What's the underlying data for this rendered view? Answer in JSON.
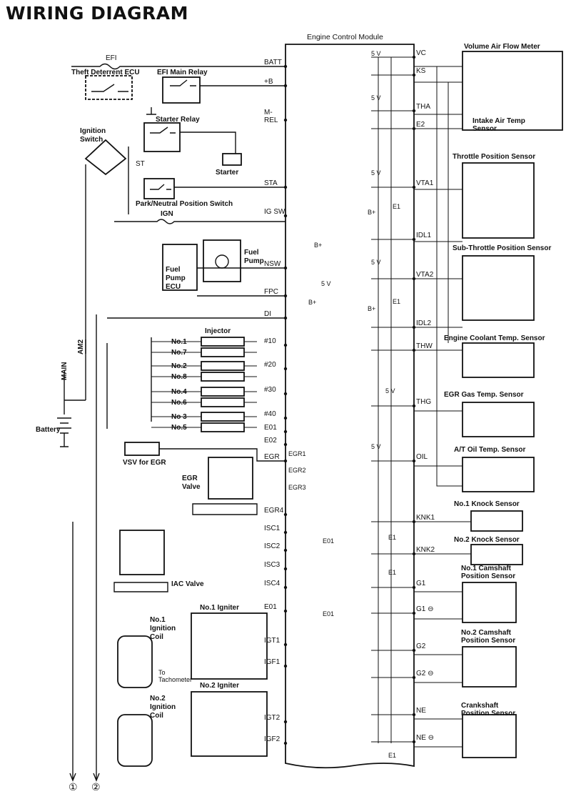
{
  "title": "WIRING DIAGRAM",
  "ecm": {
    "name": "Engine Control Module",
    "left_terminals": [
      "BATT",
      "+B",
      "M-\nREL",
      "STA",
      "IG SW",
      "NSW",
      "FPC",
      "DI",
      "#10",
      "#20",
      "#30",
      "#40",
      "E01",
      "E02",
      "EGR",
      "EGR1",
      "EGR2",
      "EGR3",
      "EGR4",
      "ISC1",
      "ISC2",
      "ISC3",
      "ISC4",
      "E01",
      "IGT1",
      "IGF1",
      "IGT2",
      "IGF2"
    ],
    "right_terminals": [
      "VC",
      "KS",
      "THA",
      "E2",
      "VTA1",
      "IDL1",
      "VTA2",
      "IDL2",
      "THW",
      "THG",
      "OIL",
      "KNK1",
      "KNK2",
      "G1",
      "G1 ⊖",
      "G2",
      "G2 ⊖",
      "NE",
      "NE ⊖"
    ],
    "supply_labels": [
      "5 V",
      "B+",
      "E1",
      "E01"
    ]
  },
  "left_components": {
    "efi_fuse": "EFI",
    "theft": "Theft Deterrent ECU",
    "efi_relay": "EFI Main Relay",
    "starter_relay": "Starter Relay",
    "starter": "Starter",
    "ignition_switch": "Ignition\nSwitch",
    "st": "ST",
    "park_neutral": "Park/Neutral Position Switch",
    "ign": "IGN",
    "fuel_pump": "Fuel\nPump",
    "fuel_pump_ecu": "Fuel\nPump\nECU",
    "injector": "Injector",
    "injector_cyls": [
      "No.1",
      "No.7",
      "No.2",
      "No.8",
      "No.4",
      "No.6",
      "No 3",
      "No.5"
    ],
    "main": "MAIN",
    "am2": "AM2",
    "battery": "Battery",
    "vsv_egr": "VSV for EGR",
    "egr_valve": "EGR\nValve",
    "iac_valve": "IAC Valve",
    "igniter1": "No.1 Igniter",
    "coil1": "No.1\nIgnition\nCoil",
    "to_tach": "To\nTachometer",
    "igniter2": "No.2 Igniter",
    "coil2": "No.2\nIgnition\nCoil",
    "connectors": [
      "①",
      "②"
    ]
  },
  "sensors": [
    "Volume Air Flow Meter",
    "Intake Air Temp\nSensor",
    "Throttle Position Sensor",
    "Sub-Throttle Position Sensor",
    "Engine Coolant Temp. Sensor",
    "EGR Gas Temp. Sensor",
    "A/T Oil Temp. Sensor",
    "No.1 Knock Sensor",
    "No.2 Knock Sensor",
    "No.1 Camshaft\nPosition Sensor",
    "No.2 Camshaft\nPosition Sensor",
    "Crankshaft\nPosition Sensor"
  ]
}
